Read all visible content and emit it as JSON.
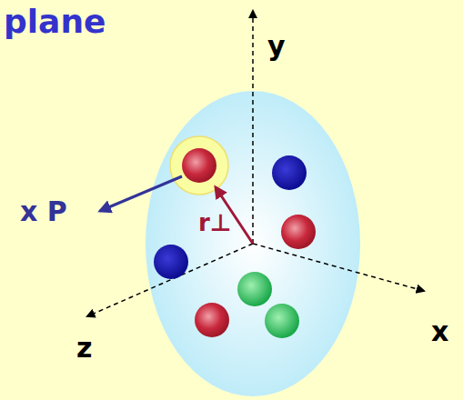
{
  "diagram": {
    "title": "plane",
    "labels": [
      "y",
      "x P",
      "r⊥",
      "z",
      "x"
    ]
  }
}
